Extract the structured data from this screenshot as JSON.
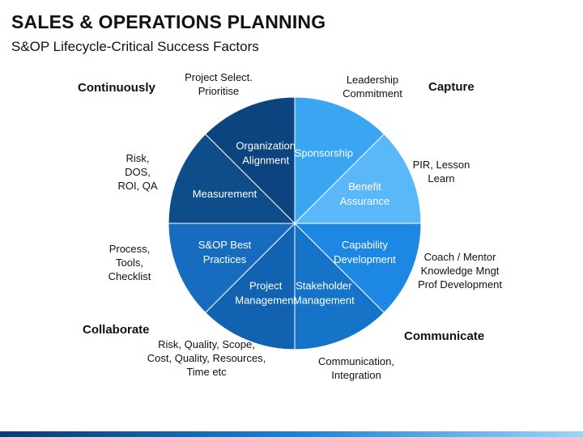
{
  "header": {
    "title": "SALES & OPERATIONS PLANNING",
    "subtitle": "S&OP Lifecycle-Critical Success Factors"
  },
  "quadrants": {
    "continuously": "Continuously",
    "capture": "Capture",
    "collaborate": "Collaborate",
    "communicate": "Communicate"
  },
  "segments": [
    {
      "lines": [
        "Sponsorship"
      ],
      "color": "#3aa6f2"
    },
    {
      "lines": [
        "Benefit",
        "Assurance"
      ],
      "color": "#5ab8f8"
    },
    {
      "lines": [
        "Capability",
        "Development"
      ],
      "color": "#1c88e4"
    },
    {
      "lines": [
        "Stakeholder",
        "Management"
      ],
      "color": "#1573c8"
    },
    {
      "lines": [
        "Project",
        "Management"
      ],
      "color": "#1162b0"
    },
    {
      "lines": [
        "S&OP Best",
        "Practices"
      ],
      "color": "#176cc0"
    },
    {
      "lines": [
        "Measurement"
      ],
      "color": "#0e4c8a"
    },
    {
      "lines": [
        "Organization",
        "Alignment"
      ],
      "color": "#0c4480"
    }
  ],
  "notes": {
    "project_select": [
      "Project Select.",
      "Prioritise"
    ],
    "leadership": [
      "Leadership",
      "Commitment"
    ],
    "pir": [
      "PIR, Lesson",
      "Learn"
    ],
    "coach": [
      "Coach / Mentor",
      "Knowledge Mngt",
      "Prof Development"
    ],
    "communication": [
      "Communication,",
      "Integration"
    ],
    "risk_quality": [
      "Risk, Quality, Scope,",
      "Cost, Quality, Resources,",
      "Time etc"
    ],
    "process": [
      "Process,",
      "Tools,",
      "Checklist"
    ],
    "risk_dos": [
      "Risk,",
      "DOS,",
      "ROI, QA"
    ]
  }
}
